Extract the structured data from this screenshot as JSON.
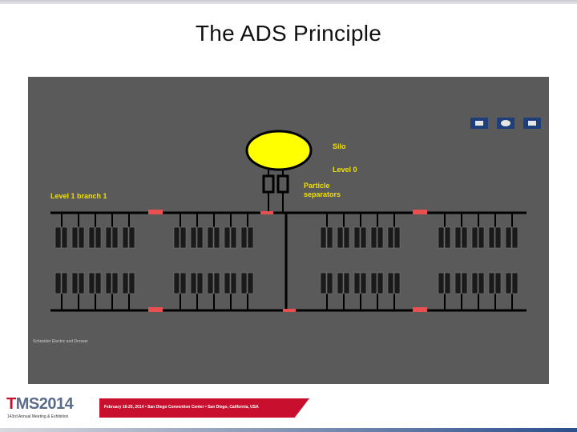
{
  "slide": {
    "title": "The ADS Principle"
  },
  "diagram": {
    "background_color": "#5a5a5a",
    "silo_color": "#ffff00",
    "line_color": "#000000",
    "valve_color": "#e85050",
    "labels": {
      "silo": "Silo",
      "level0": "Level 0",
      "particle_separators": "Particle\nseparators",
      "level1_branch1": "Level 1 branch 1",
      "credit": "Schneider Electric and Dresser"
    },
    "controls": {
      "icons": [
        "rewind-icon",
        "play-icon",
        "forward-icon"
      ]
    }
  },
  "footer": {
    "logo_text_t": "T",
    "logo_text_rest": "MS2014",
    "logo_subtitle": "143rd Annual Meeting & Exhibition",
    "event_line": "February 16-20, 2014 • San Diego Convention Center • San Diego, California, USA"
  }
}
